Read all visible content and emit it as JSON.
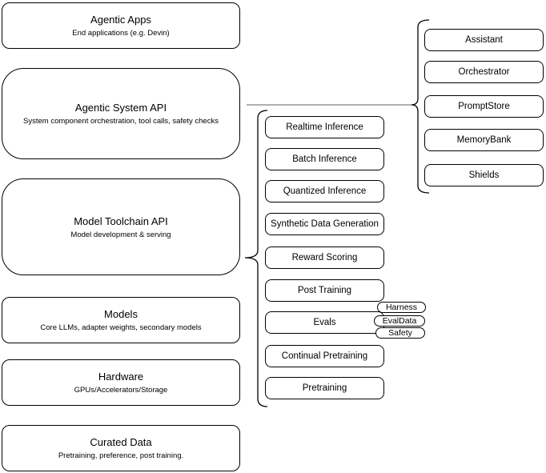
{
  "diagram": {
    "layers": [
      {
        "title": "Agentic Apps",
        "subtitle": "End applications (e.g. Devin)"
      },
      {
        "title": "Agentic System API",
        "subtitle": "System component orchestration, tool calls, safety checks"
      },
      {
        "title": "Model Toolchain API",
        "subtitle": "Model development & serving"
      },
      {
        "title": "Models",
        "subtitle": "Core LLMs, adapter weights, secondary models"
      },
      {
        "title": "Hardware",
        "subtitle": "GPUs/Accelerators/Storage"
      },
      {
        "title": "Curated Data",
        "subtitle": "Pretraining, preference, post training."
      }
    ],
    "toolchain_services": [
      "Realtime Inference",
      "Batch Inference",
      "Quantized Inference",
      "Synthetic Data Generation",
      "Reward Scoring",
      "Post Training",
      "Evals",
      "Continual Pretraining",
      "Pretraining"
    ],
    "eval_tags": [
      "Harness",
      "EvalData",
      "Safety"
    ],
    "system_components": [
      "Assistant",
      "Orchestrator",
      "PromptStore",
      "MemoryBank",
      "Shields"
    ],
    "colors": {
      "box_fill": "#ffffff",
      "box_border": "#000000",
      "connector_line": "#808080",
      "text": "#000000"
    }
  }
}
